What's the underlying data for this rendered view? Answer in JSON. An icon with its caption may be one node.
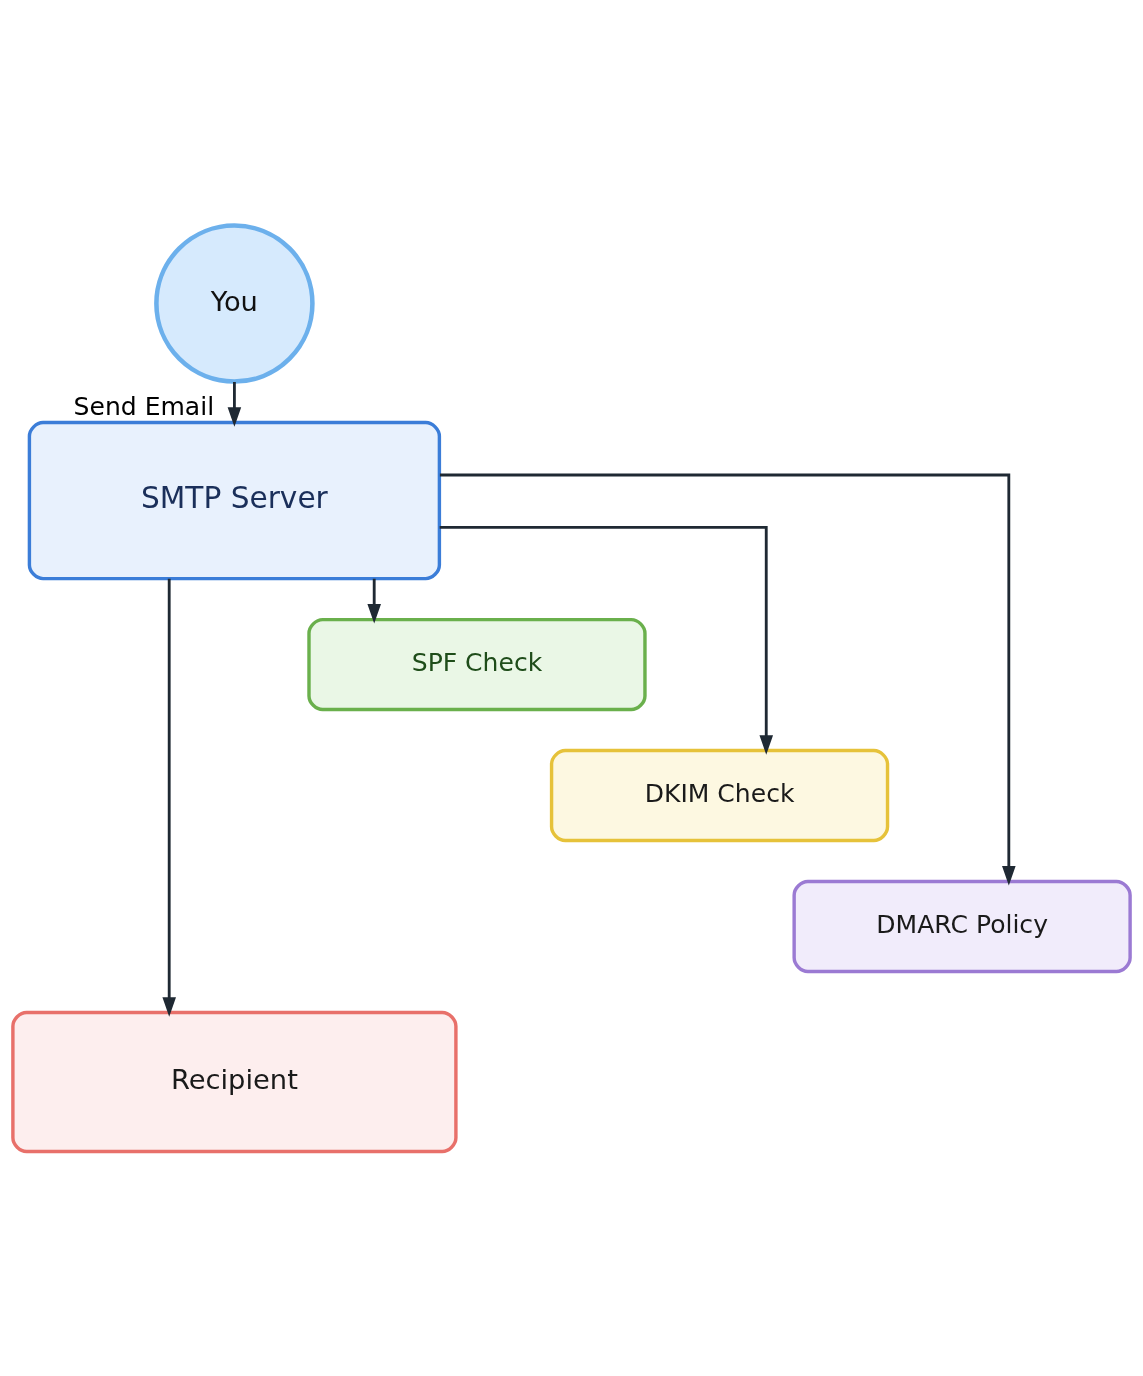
{
  "diagram": {
    "nodes": [
      {
        "text": [
          "You"
        ]
      },
      {
        "text": [
          "SMTP Server"
        ]
      },
      {
        "text": [
          "SPF Check"
        ]
      },
      {
        "text": [
          "DKIM Check"
        ]
      },
      {
        "text": [
          "DMARC Policy"
        ]
      },
      {
        "text": [
          "Recipient"
        ]
      }
    ],
    "edges": [
      {
        "from": 0,
        "to": 1,
        "arrow": "to",
        "label": "Send Email"
      },
      {
        "from": 1,
        "to": 2,
        "arrow": "to"
      },
      {
        "from": 1,
        "to": 3,
        "arrow": "to"
      },
      {
        "from": 1,
        "to": 4,
        "arrow": "to"
      },
      {
        "from": 1,
        "to": 5,
        "arrow": "to"
      }
    ]
  }
}
